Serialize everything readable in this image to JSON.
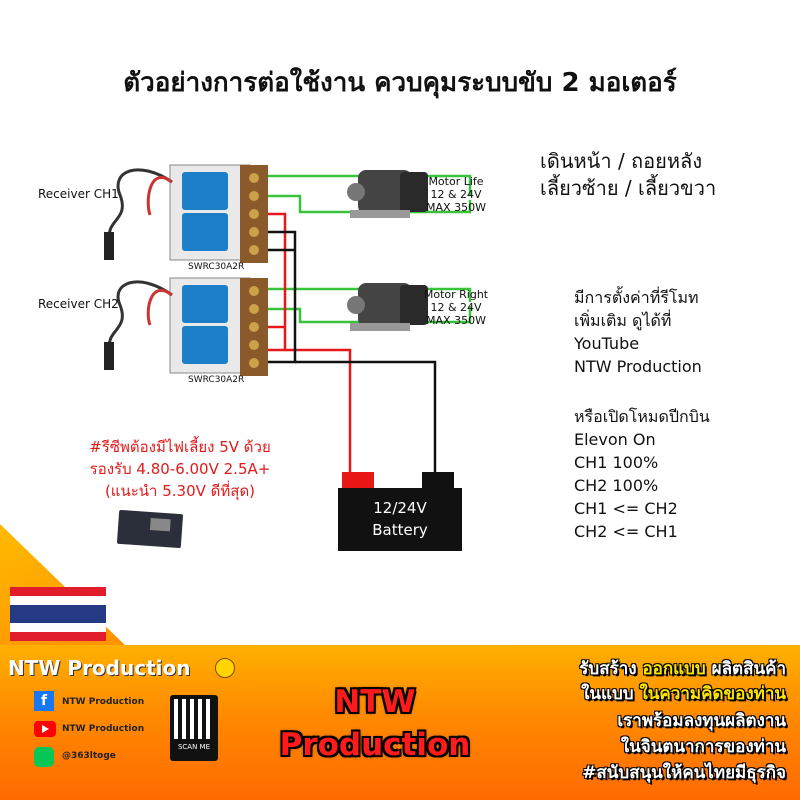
{
  "title": "ตัวอย่างการต่อใช้งาน ควบคุมระบบขับ 2 มอเตอร์",
  "mode": {
    "line1": "เดินหน้า / ถอยหลัง",
    "line2": "เลี้ยวซ้าย / เลี้ยวขวา"
  },
  "receiver1": "Receiver CH1",
  "receiver2": "Receiver CH2",
  "board1": "SWRC30A2R",
  "board2": "SWRC30A2R",
  "motor_left": {
    "name": "Motor Life",
    "voltage": "12 & 24V",
    "power": "MAX 350W"
  },
  "motor_right": {
    "name": "Motor Right",
    "voltage": "12 & 24V",
    "power": "MAX 350W"
  },
  "settings": {
    "line1": "มีการตั้งค่าที่รีโมท",
    "line2": "เพิ่มเติม ดูได้ที่",
    "line3": "YouTube",
    "line4": "NTW Production",
    "elevon_line1": "หรือเปิดโหมดปีกบิน",
    "elevon_line2": "Elevon On",
    "ch1": "CH1 100%",
    "ch2": "CH2 100%",
    "mix1": "CH1 <= CH2",
    "mix2": "CH2 <= CH1"
  },
  "note": {
    "line1": "#รีซีพต้องมีไฟเลี้ยง 5V ด้วย",
    "line2": "รองรับ 4.80-6.00V 2.5A+",
    "line3": "(แนะนำ 5.30V ดีที่สุด)"
  },
  "battery": {
    "line1": "12/24V",
    "line2": "Battery"
  },
  "footer": {
    "brand": "NTW Production",
    "facebook": "NTW Production",
    "youtube": "NTW Production",
    "line": "@363ltoge",
    "qr_label": "SCAN ME",
    "big1": "NTW",
    "big2": "Production",
    "slogan1a": "รับสร้าง",
    "slogan1b": "ออกแบบ",
    "slogan1c": "ผลิตสินค้า",
    "slogan2a": "ในแบบ",
    "slogan2b": "ในความคิดของท่าน",
    "slogan3": "เราพร้อมลงทุนผลิตงาน",
    "slogan4": "ในจินตนาการของท่าน",
    "slogan5": "#สนับสนุนให้คนไทยมีธุรกิจ"
  },
  "colors": {
    "wire_red": "#e81818",
    "wire_green": "#39c23a",
    "wire_black": "#111111",
    "relay_blue": "#1e7fc9",
    "banner_orange": "#ff8a00"
  }
}
